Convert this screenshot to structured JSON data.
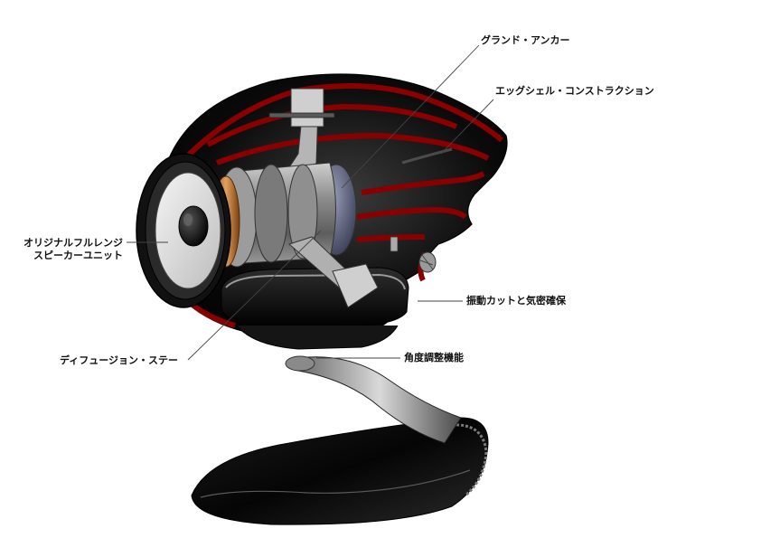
{
  "labels": {
    "ground_anchor": "グランド・アンカー",
    "eggshell_construction": "エッグシェル・コンストラクション",
    "original_fullrange_line1": "オリジナルフルレンジ",
    "original_fullrange_line2": "スピーカーユニット",
    "vibration_cut": "振動カットと気密確保",
    "diffusion_stay": "ディフュージョン・ステー",
    "angle_adjust": "角度調整機能"
  }
}
